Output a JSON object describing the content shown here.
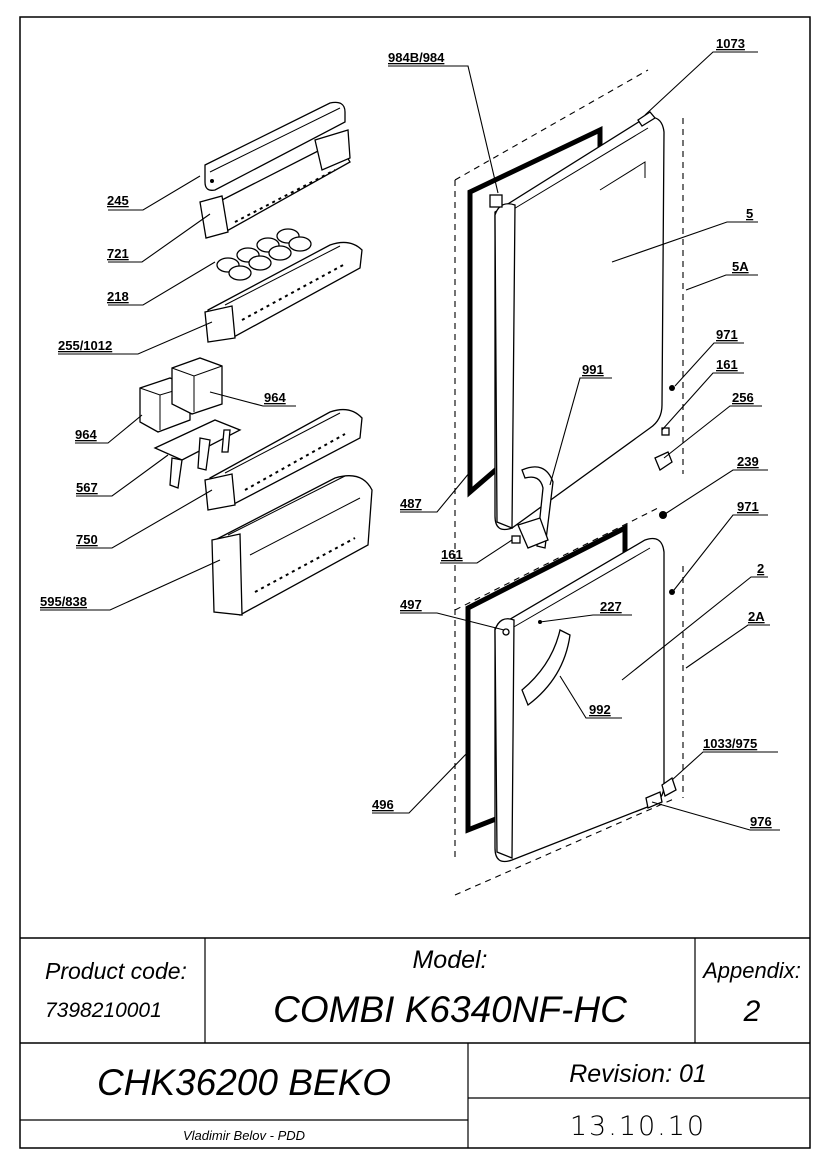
{
  "callouts": {
    "c245": "245",
    "c721": "721",
    "c218": "218",
    "c255_1012": "255/1012",
    "c964a": "964",
    "c964b": "964",
    "c567": "567",
    "c750": "750",
    "c595_838": "595/838",
    "c984b_984": "984B/984",
    "c1073": "1073",
    "c5": "5",
    "c5a": "5A",
    "c971a": "971",
    "c161a": "161",
    "c991": "991",
    "c256": "256",
    "c487": "487",
    "c161b": "161",
    "c239": "239",
    "c971b": "971",
    "c2": "2",
    "c497": "497",
    "c227": "227",
    "c2a": "2A",
    "c992": "992",
    "c496": "496",
    "c1033_975": "1033/975",
    "c976": "976"
  },
  "title_block": {
    "product_code_label": "Product code:",
    "product_code": "7398210001",
    "model_label": "Model:",
    "model": "COMBI K6340NF-HC",
    "appendix_label": "Appendix:",
    "appendix": "2",
    "product_name": "CHK36200 BEKO",
    "revision": "Revision: 01",
    "author": "Vladimir Belov - PDD",
    "date": "13.10.10"
  }
}
